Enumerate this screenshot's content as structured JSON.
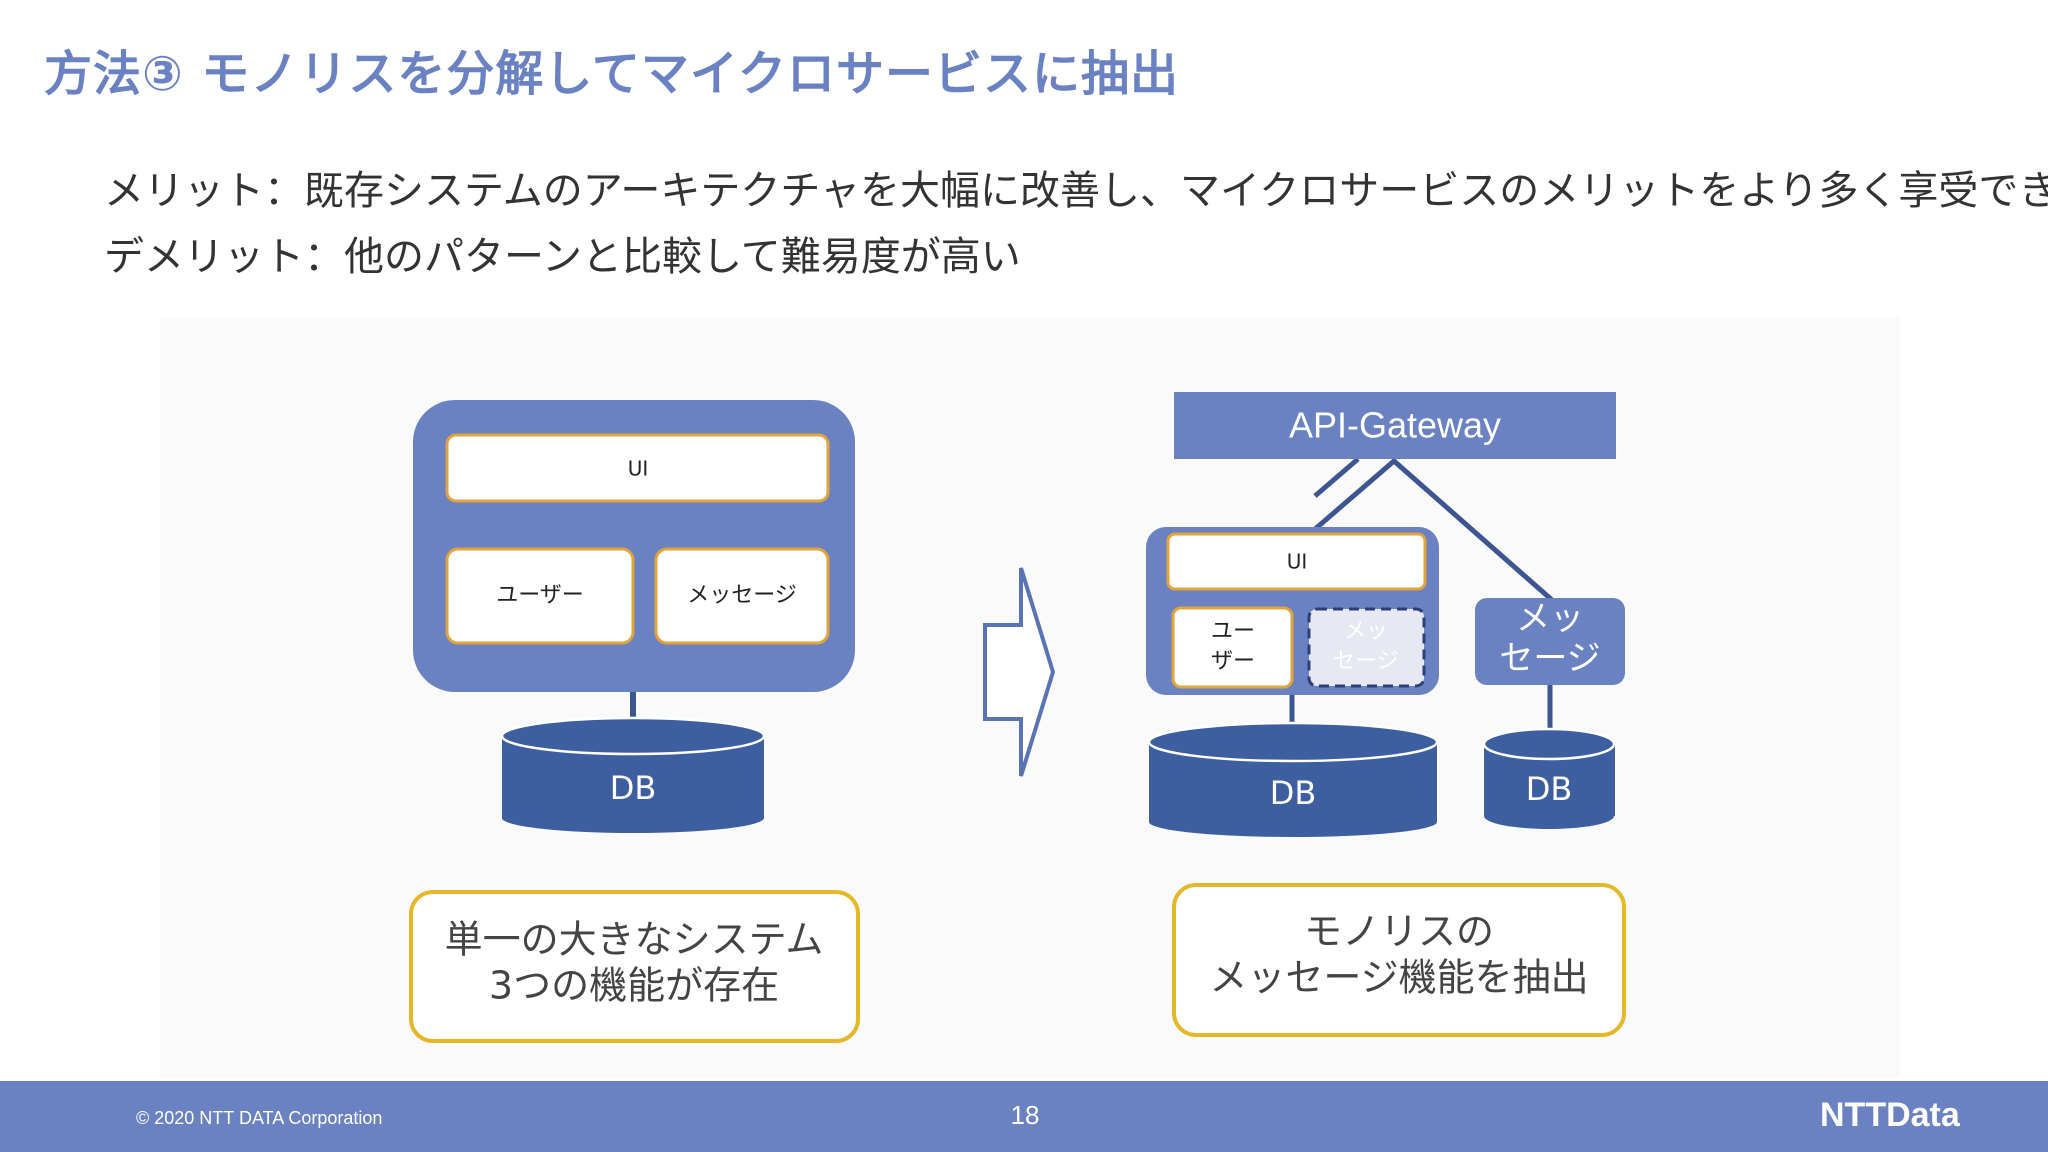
{
  "slide": {
    "title": "方法③ モノリスを分解してマイクロサービスに抽出",
    "merit": "メリット：既存システムのアーキテクチャを大幅に改善し、マイクロサービスのメリットをより多く享受できる",
    "demerit": "デメリット：他のパターンと比較して難易度が高い"
  },
  "left_diagram": {
    "ui_label": "UI",
    "user_label": "ユーザー",
    "message_label": "メッセージ",
    "db_label": "DB",
    "caption_line1": "単一の大きなシステム",
    "caption_line2": "3つの機能が存在"
  },
  "right_diagram": {
    "gateway_label": "API-Gateway",
    "ui_label": "UI",
    "user_line1": "ユー",
    "user_line2": "ザー",
    "ghost_line1": "メッ",
    "ghost_line2": "セージ",
    "ms_line1": "メッ",
    "ms_line2": "セージ",
    "db_main_label": "DB",
    "db_ms_label": "DB",
    "caption_line1": "モノリスの",
    "caption_line2": "メッセージ機能を抽出"
  },
  "footer": {
    "copyright": "© 2020 NTT DATA Corporation",
    "page_number": "18",
    "logo_text": "NTTData"
  },
  "colors": {
    "title_blue": "#6a82c2",
    "container_blue": "#6a82c2",
    "db_blue": "#3d5fa0",
    "line_blue": "#3d5590",
    "box_orange": "#e3a43b",
    "caption_yellow": "#e6b829",
    "arrow_outline": "#5a73b3"
  }
}
